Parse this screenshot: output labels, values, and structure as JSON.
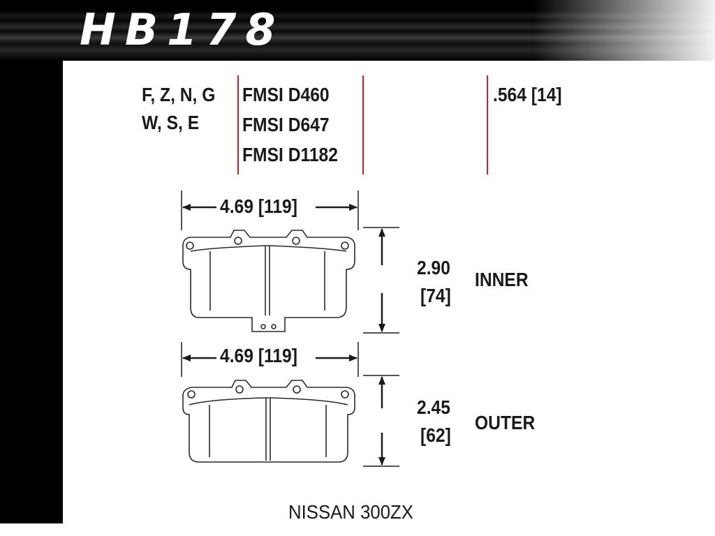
{
  "header": {
    "part_number": "HB178"
  },
  "compounds": {
    "line1": "F, Z, N, G",
    "line2": "W, S, E"
  },
  "fmsi": [
    "FMSI D460",
    "FMSI D647",
    "FMSI D1182"
  ],
  "thickness": ".564 [14]",
  "inner_pad": {
    "width": "4.69 [119]",
    "height_in": "2.90",
    "height_mm": "[74]",
    "label": "INNER"
  },
  "outer_pad": {
    "width": "4.69 [119]",
    "height_in": "2.45",
    "height_mm": "[62]",
    "label": "OUTER"
  },
  "vehicle": "NISSAN 300ZX",
  "colors": {
    "divider": "#c8202a",
    "ink": "#1a1a1a",
    "header": "#000000"
  }
}
